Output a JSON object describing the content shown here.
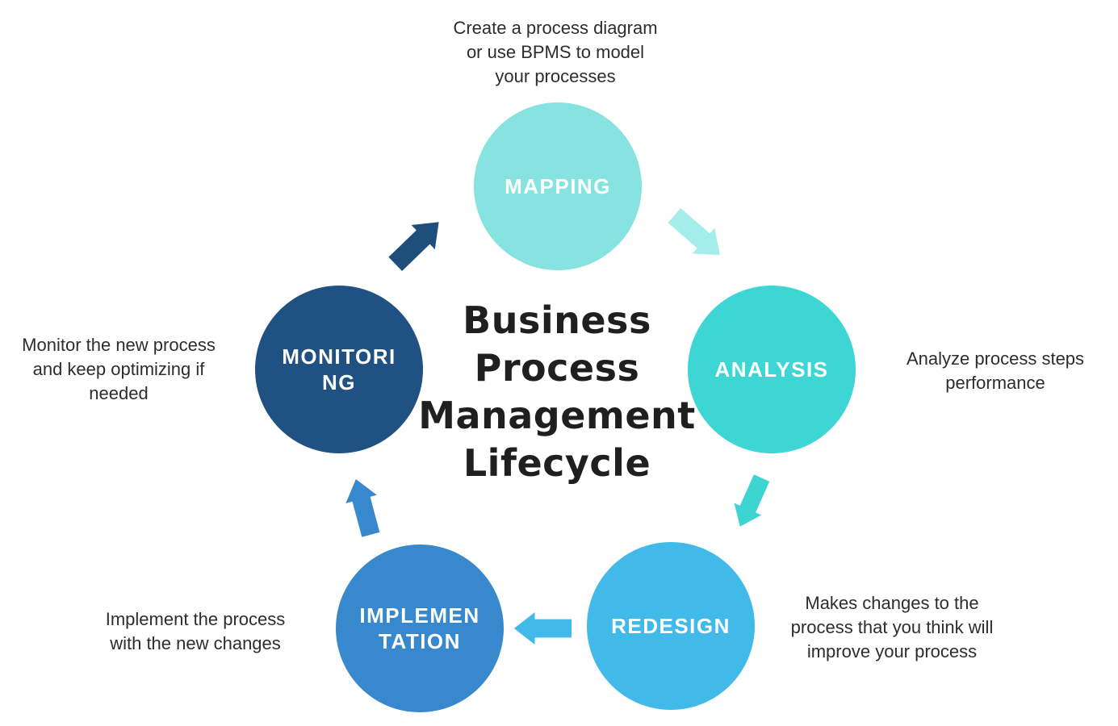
{
  "background_color": "#FFFFFF",
  "label_text_color": "#FFFFFF",
  "note_text_color": "#2D2D2D",
  "title": {
    "lines": [
      "Business",
      "Process",
      "Management",
      "Lifecycle"
    ],
    "color": "#1F1F1F"
  },
  "stages": [
    {
      "name": "Mapping",
      "label": "MAPPING",
      "color": "#87E3E0",
      "note": "Create a process diagram\nor use BPMS to model\nyour processes"
    },
    {
      "name": "Analysis",
      "label": "ANALYSIS",
      "color": "#3ED6D5",
      "note": "Analyze process steps\nperformance"
    },
    {
      "name": "Redesign",
      "label": "REDESIGN",
      "color": "#41BAE9",
      "note": "Makes changes to the\nprocess that you think will\nimprove your process"
    },
    {
      "name": "Implementation",
      "label": "IMPLEMEN\nTATION",
      "color": "#3788CC",
      "note": "Implement the process\nwith the new changes"
    },
    {
      "name": "Monitoring",
      "label": "MONITORI\nNG",
      "color": "#1F5282",
      "note": "Monitor the new process\nand keep optimizing if\nneeded"
    }
  ],
  "arrows": [
    {
      "from": "Mapping",
      "to": "Analysis",
      "color": "#A5EDEA"
    },
    {
      "from": "Analysis",
      "to": "Redesign",
      "color": "#3DD5D2"
    },
    {
      "from": "Redesign",
      "to": "Implementation",
      "color": "#41BAE9"
    },
    {
      "from": "Implementation",
      "to": "Monitoring",
      "color": "#3788CC"
    },
    {
      "from": "Monitoring",
      "to": "Mapping",
      "color": "#1F4E7B"
    }
  ]
}
